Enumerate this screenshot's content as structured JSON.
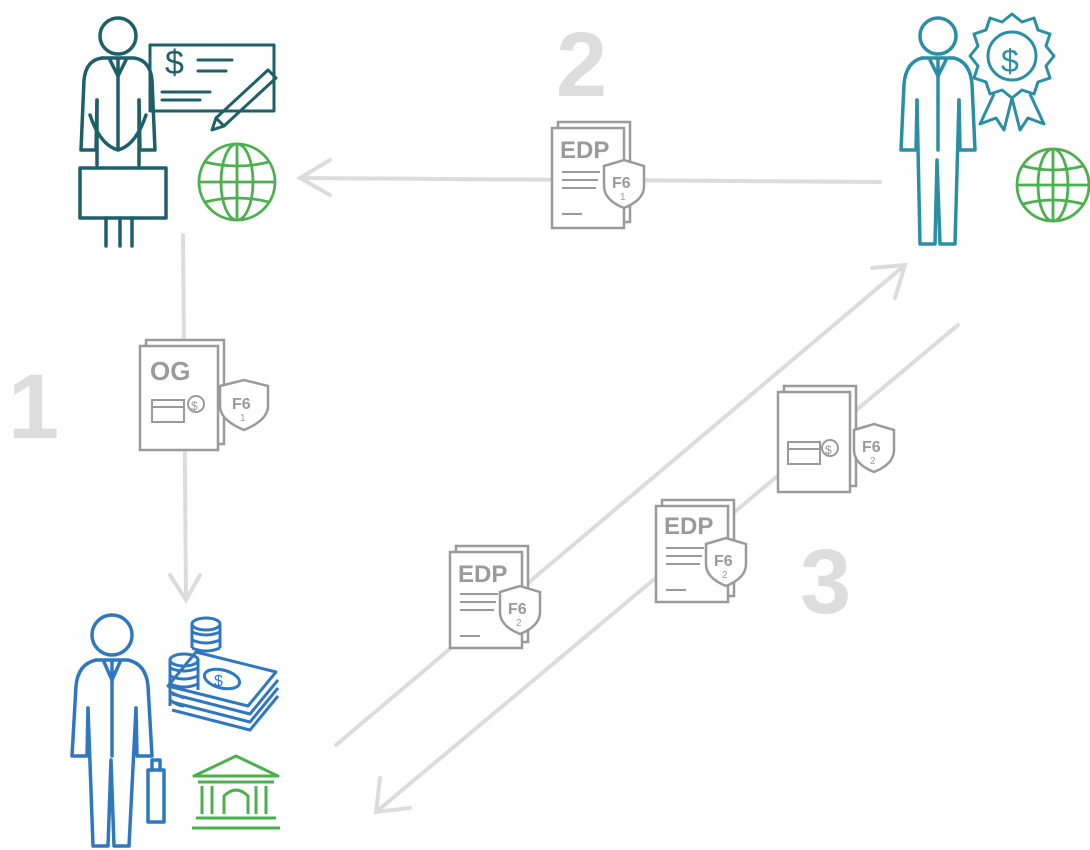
{
  "steps": {
    "one": "1",
    "two": "2",
    "three": "3"
  },
  "documents": {
    "og": {
      "title": "OG",
      "shield": "F6",
      "shield_sub": "1"
    },
    "edp_top": {
      "title": "EDP",
      "shield": "F6",
      "shield_sub": "1"
    },
    "edp_up": {
      "title": "EDP",
      "shield": "F6",
      "shield_sub": "2"
    },
    "edp_down": {
      "title": "EDP",
      "shield": "F6",
      "shield_sub": "2"
    },
    "payment": {
      "shield": "F6",
      "shield_sub": "2"
    }
  },
  "colors": {
    "buyer": "#1f5f68",
    "seller": "#2a8fa5",
    "bank_person": "#2f78c0",
    "green": "#4caf50",
    "arrow": "#dcdcdc",
    "doc": "#9a9a9a",
    "step": "#dddddd"
  },
  "icons": {
    "buyer": "businessman-check-icon",
    "seller": "person-award-icon",
    "bank_person": "person-money-icon"
  }
}
